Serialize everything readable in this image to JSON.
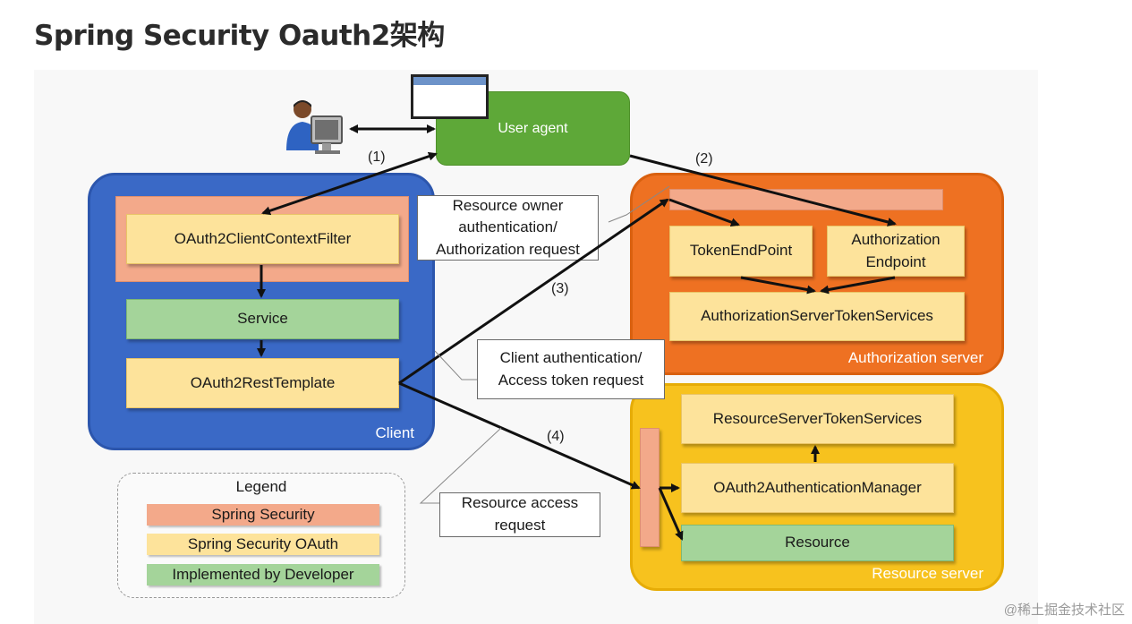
{
  "title": "Spring Security Oauth2架构",
  "user_agent": {
    "label": "User agent"
  },
  "client": {
    "label": "Client",
    "filter": "OAuth2ClientContextFilter",
    "service": "Service",
    "rest_template": "OAuth2RestTemplate"
  },
  "authorization_server": {
    "label": "Authorization server",
    "token_endpoint": "TokenEndPoint",
    "authorization_endpoint": "Authorization Endpoint",
    "token_services": "AuthorizationServerTokenServices"
  },
  "resource_server": {
    "label": "Resource server",
    "token_services": "ResourceServerTokenServices",
    "auth_manager": "OAuth2AuthenticationManager",
    "resource": "Resource"
  },
  "callouts": {
    "resource_owner": "Resource owner authentication/ Authorization request",
    "client_auth": "Client authentication/ Access token request",
    "resource_access": "Resource access request"
  },
  "steps": [
    "(1)",
    "(2)",
    "(3)",
    "(4)"
  ],
  "legend": {
    "title": "Legend",
    "items": [
      "Spring Security",
      "Spring Security OAuth",
      "Implemented by Developer"
    ]
  },
  "watermark": "@稀土掘金技术社区",
  "colors": {
    "spring_security": "#f3a98a",
    "spring_security_oauth": "#fde39b",
    "developer": "#a4d49a",
    "client": "#3a69c6",
    "authorization_server": "#ee7122",
    "resource_server": "#f7c21e",
    "user_agent": "#5ea838"
  },
  "icons": [
    "user-at-computer-icon",
    "browser-window-icon"
  ]
}
